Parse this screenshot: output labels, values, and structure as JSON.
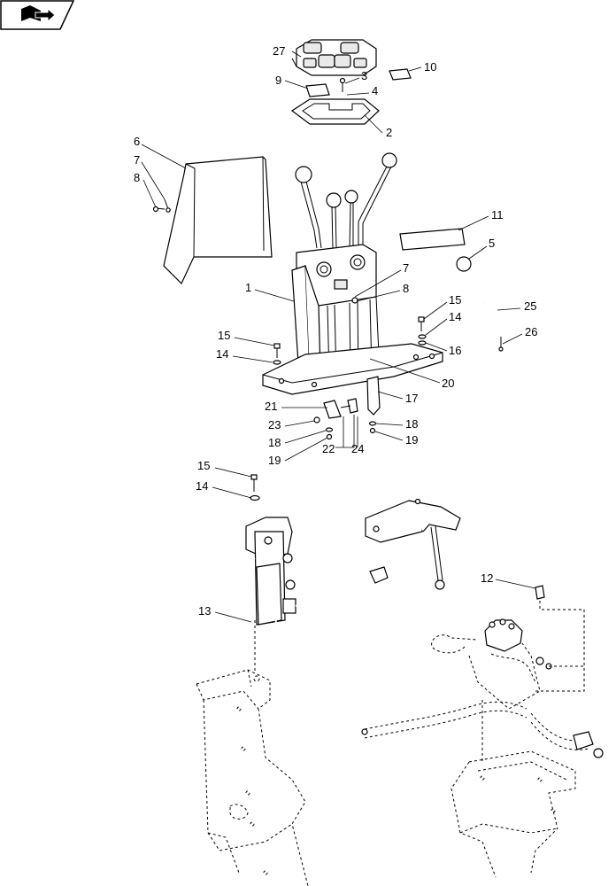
{
  "diagram": {
    "callouts": [
      "27",
      "3",
      "10",
      "9",
      "4",
      "2",
      "6",
      "7",
      "8",
      "11",
      "5",
      "1",
      "7",
      "8",
      "15",
      "14",
      "25",
      "26",
      "15",
      "14",
      "16",
      "20",
      "17",
      "21",
      "18",
      "23",
      "18",
      "19",
      "19",
      "22",
      "24",
      "15",
      "14",
      "12",
      "13"
    ]
  },
  "nav": {
    "icon": "book-arrow-icon"
  }
}
